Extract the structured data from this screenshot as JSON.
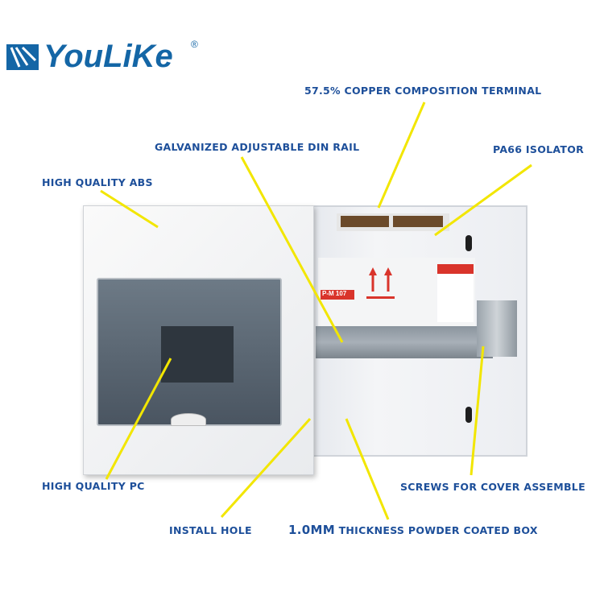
{
  "brand": {
    "name": "YouLiKe",
    "registered": "®"
  },
  "product": {
    "model": "P-M 107"
  },
  "callouts": {
    "copper": "57.5% COPPER COMPOSITION TERMINAL",
    "din": "GALVANIZED ADJUSTABLE DIN RAIL",
    "pa66": "PA66 ISOLATOR",
    "abs": "HIGH QUALITY ABS",
    "pc": "HIGH QUALITY PC",
    "screws": "SCREWS FOR COVER ASSEMBLE",
    "install": "INSTALL HOLE",
    "box_prefix": "1.0MM",
    "box": "THICKNESS POWDER COATED BOX"
  },
  "colors": {
    "label": "#1d4f9a",
    "line": "#f2e600",
    "brand": "#1466a6"
  }
}
